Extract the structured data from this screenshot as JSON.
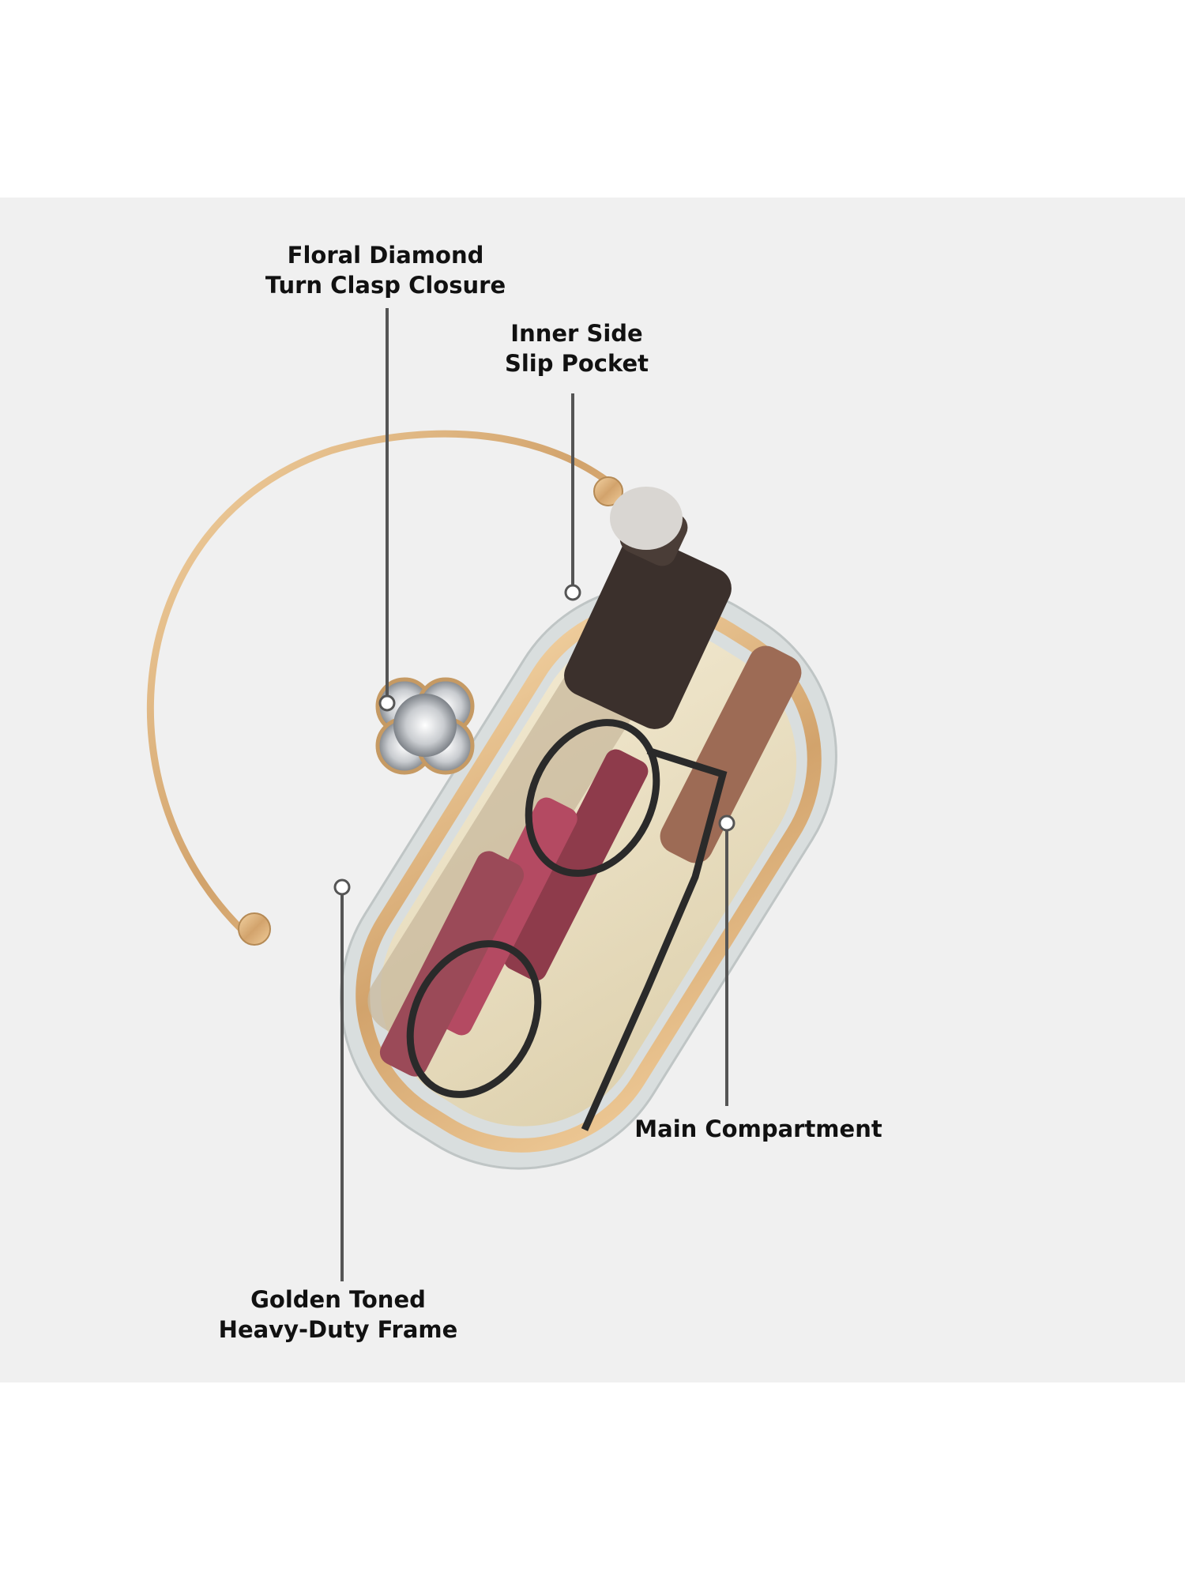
{
  "callouts": {
    "clasp": {
      "line1": "Floral Diamond",
      "line2": "Turn Clasp Closure"
    },
    "pocket": {
      "line1": "Inner Side",
      "line2": "Slip Pocket"
    },
    "main": {
      "line1": "Main Compartment"
    },
    "frame": {
      "line1": "Golden Toned",
      "line2": "Heavy-Duty Frame"
    }
  },
  "colors": {
    "background": "#f0f0f0",
    "gold": "#d9b07a",
    "lining": "#ece1c4",
    "silver": "#d9dede",
    "leader_line": "#555555"
  }
}
